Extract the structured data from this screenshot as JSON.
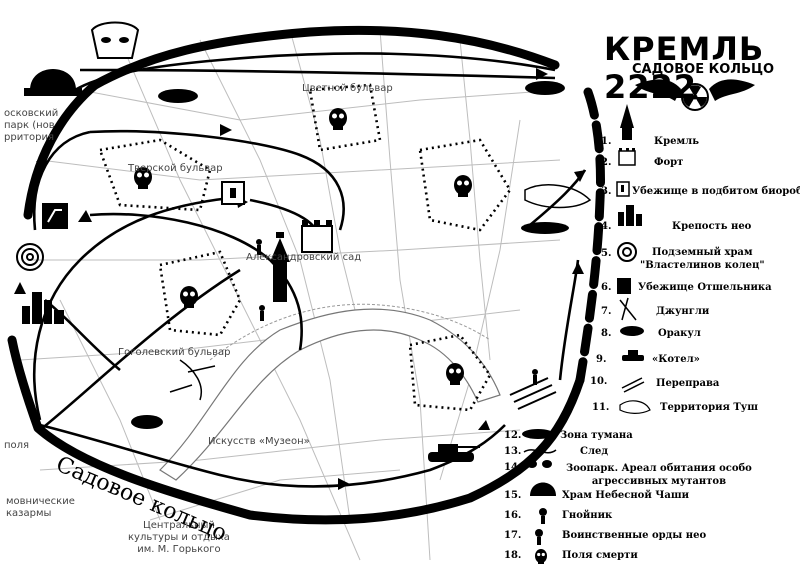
{
  "title": {
    "main": "КРЕМЛЬ 2222",
    "sub": "САДОВОЕ КОЛЬЦО"
  },
  "ring_label": "Садовое кольцо",
  "map_labels": {
    "cvetnoi": "Цветной бульвар",
    "tverskoi": "Тверской бульвар",
    "aleksandrovsky": "Александровский сад",
    "gogolevsky": "Гоголевский бульвар",
    "muzeon": "Искусств «Музеон»",
    "park": "осковский\nпарк (нов\nрритория",
    "polya": "поля",
    "kazarmy": "мовнические\nказармы",
    "cpkio": "Центральный\nкультуры и отдыха\nим. М. Горького"
  },
  "legend": [
    {
      "num": "1.",
      "label": "Кремль"
    },
    {
      "num": "2.",
      "label": "Форт"
    },
    {
      "num": "3.",
      "label": "Убежище в подбитом биороботе"
    },
    {
      "num": "4.",
      "label": "Крепость нео"
    },
    {
      "num": "5.",
      "label": "Подземный храм\n\"Властелинов колец\""
    },
    {
      "num": "6.",
      "label": "Убежище Отшельника"
    },
    {
      "num": "7.",
      "label": "Джунгли"
    },
    {
      "num": "8.",
      "label": "Оракул"
    },
    {
      "num": "9.",
      "label": "«Котел»"
    },
    {
      "num": "10.",
      "label": "Переправа"
    },
    {
      "num": "11.",
      "label": "Территория Туш"
    },
    {
      "num": "12.",
      "label": "Зона тумана"
    },
    {
      "num": "13.",
      "label": "След"
    },
    {
      "num": "14.",
      "label": "Зоопарк. Ареал обитания особо\nагрессивных мутантов"
    },
    {
      "num": "15.",
      "label": "Храм Небесной Чаши"
    },
    {
      "num": "16.",
      "label": "Гнойник"
    },
    {
      "num": "17.",
      "label": "Воинственные орды нео"
    },
    {
      "num": "18.",
      "label": "Поля смерти"
    }
  ]
}
